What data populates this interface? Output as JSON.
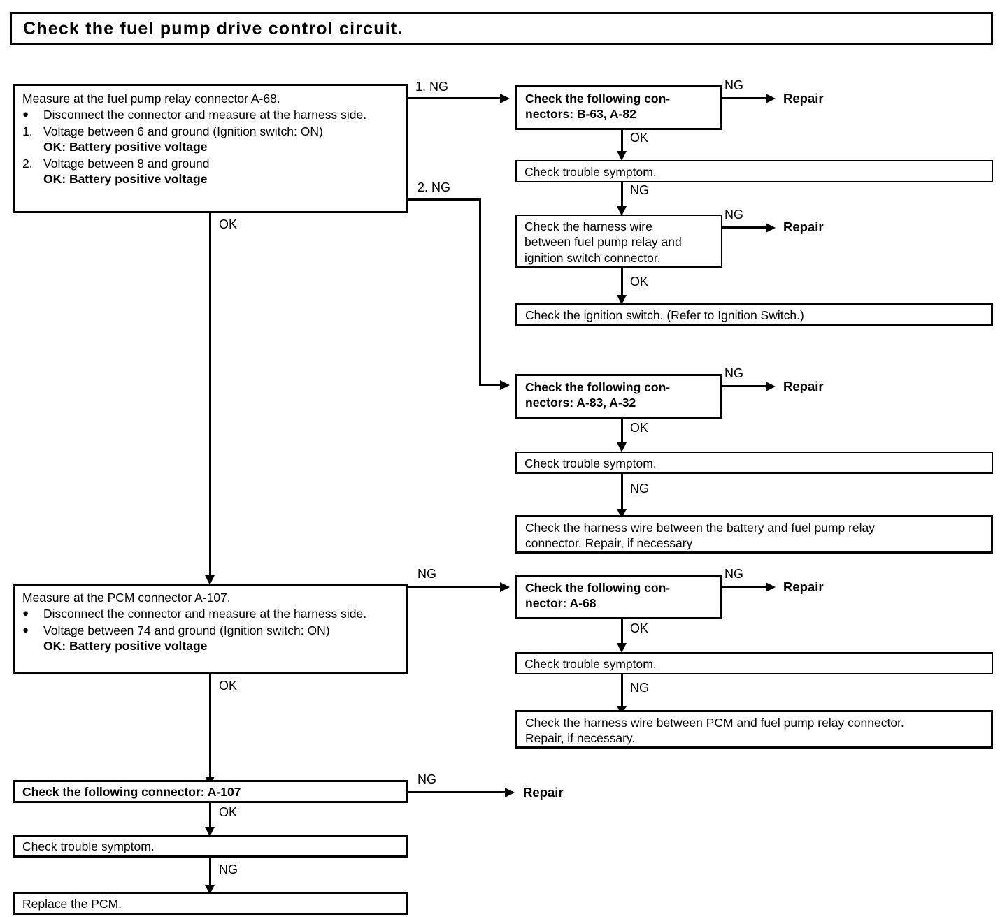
{
  "title": "Check the fuel pump drive control circuit.",
  "labels": {
    "ok": "OK",
    "ng": "NG",
    "ng1": "1. NG",
    "ng2": "2. NG",
    "repair": "Repair"
  },
  "boxes": {
    "measure_relay": {
      "heading": "Measure at the fuel pump relay connector A-68.",
      "bullet": "Disconnect the connector and measure at the harness side.",
      "items": [
        {
          "num": "1.",
          "text": "Voltage between 6 and ground (Ignition switch: ON)",
          "ok": "OK: Battery positive voltage"
        },
        {
          "num": "2.",
          "text": "Voltage between 8 and ground",
          "ok": "OK: Battery positive voltage"
        }
      ]
    },
    "check_conn_b63": {
      "line1": "Check the following con-",
      "line2": "nectors: B-63, A-82"
    },
    "trouble_symptom_1": "Check trouble symptom.",
    "harness_relay_ignition": {
      "line1": "Check the harness wire",
      "line2": "between fuel pump relay and",
      "line3": "ignition switch connector."
    },
    "check_ignition_switch": "Check the ignition switch. (Refer to Ignition Switch.)",
    "check_conn_a83": {
      "line1": "Check the following con-",
      "line2": "nectors: A-83, A-32"
    },
    "trouble_symptom_2": "Check trouble symptom.",
    "harness_battery_relay": {
      "line1": "Check the harness wire between the battery and fuel pump relay",
      "line2": "connector. Repair, if necessary"
    },
    "measure_pcm": {
      "heading": "Measure at the PCM connector A-107.",
      "bullet1": "Disconnect the connector and measure at the harness side.",
      "bullet2": "Voltage between 74 and ground (Ignition switch: ON)",
      "bullet2_ok": "OK: Battery positive voltage"
    },
    "check_conn_a68": {
      "line1": "Check the following con-",
      "line2": "nector:  A-68"
    },
    "trouble_symptom_3": "Check trouble symptom.",
    "harness_pcm_relay": {
      "line1": "Check the harness wire between PCM and fuel pump relay connector.",
      "line2": "Repair, if necessary."
    },
    "check_conn_a107": "Check the following connector: A-107",
    "trouble_symptom_4": "Check trouble symptom.",
    "replace_pcm": "Replace the PCM."
  }
}
